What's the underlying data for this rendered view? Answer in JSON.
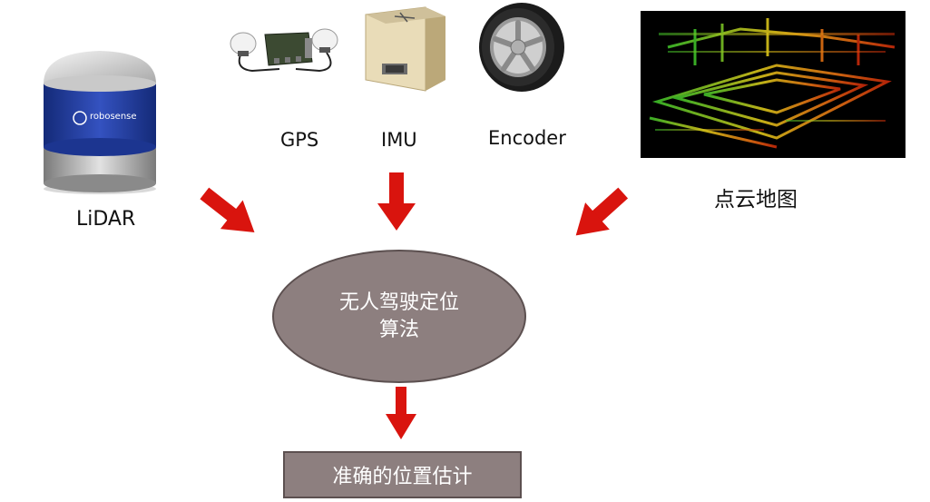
{
  "inputs": {
    "lidar": {
      "label": "LiDAR",
      "brand": "robosense"
    },
    "gps": {
      "label": "GPS"
    },
    "imu": {
      "label": "IMU"
    },
    "encoder": {
      "label": "Encoder"
    },
    "point_cloud_map": {
      "label": "点云地图"
    }
  },
  "algorithm": {
    "line1": "无人驾驶定位",
    "line2": "算法"
  },
  "output": {
    "label": "准确的位置估计"
  },
  "colors": {
    "arrow": "#d9140e",
    "node_fill": "#8d7f7f",
    "node_border": "#5c5050",
    "lidar_body": "#2a45a8",
    "map_background": "#000000"
  }
}
